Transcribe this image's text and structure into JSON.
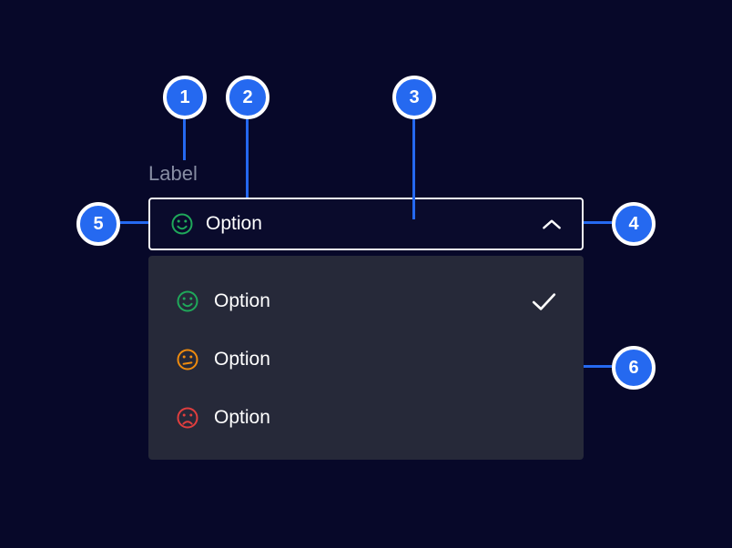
{
  "colors": {
    "background": "#070829",
    "accent_blue": "#2569f0",
    "panel_background": "#262939",
    "field_border": "#f5f5f5",
    "text": "#ffffff",
    "label_gray": "#878da3",
    "happy_green": "#1fa85a",
    "neutral_orange": "#ee8b0e",
    "sad_red": "#e03e3e"
  },
  "label": {
    "text": "Label"
  },
  "select": {
    "value": "Option",
    "icon": "happy-face-icon",
    "state": "open",
    "chevron": "chevron-up-icon"
  },
  "menu": {
    "items": [
      {
        "label": "Option",
        "icon": "happy-face-icon",
        "selected": true
      },
      {
        "label": "Option",
        "icon": "neutral-face-icon",
        "selected": false
      },
      {
        "label": "Option",
        "icon": "sad-face-icon",
        "selected": false
      }
    ]
  },
  "callouts": [
    {
      "number": "1",
      "points_to": "label"
    },
    {
      "number": "2",
      "points_to": "selected-value"
    },
    {
      "number": "3",
      "points_to": "select-field"
    },
    {
      "number": "4",
      "points_to": "chevron"
    },
    {
      "number": "5",
      "points_to": "leading-icon"
    },
    {
      "number": "6",
      "points_to": "menu-panel"
    }
  ]
}
